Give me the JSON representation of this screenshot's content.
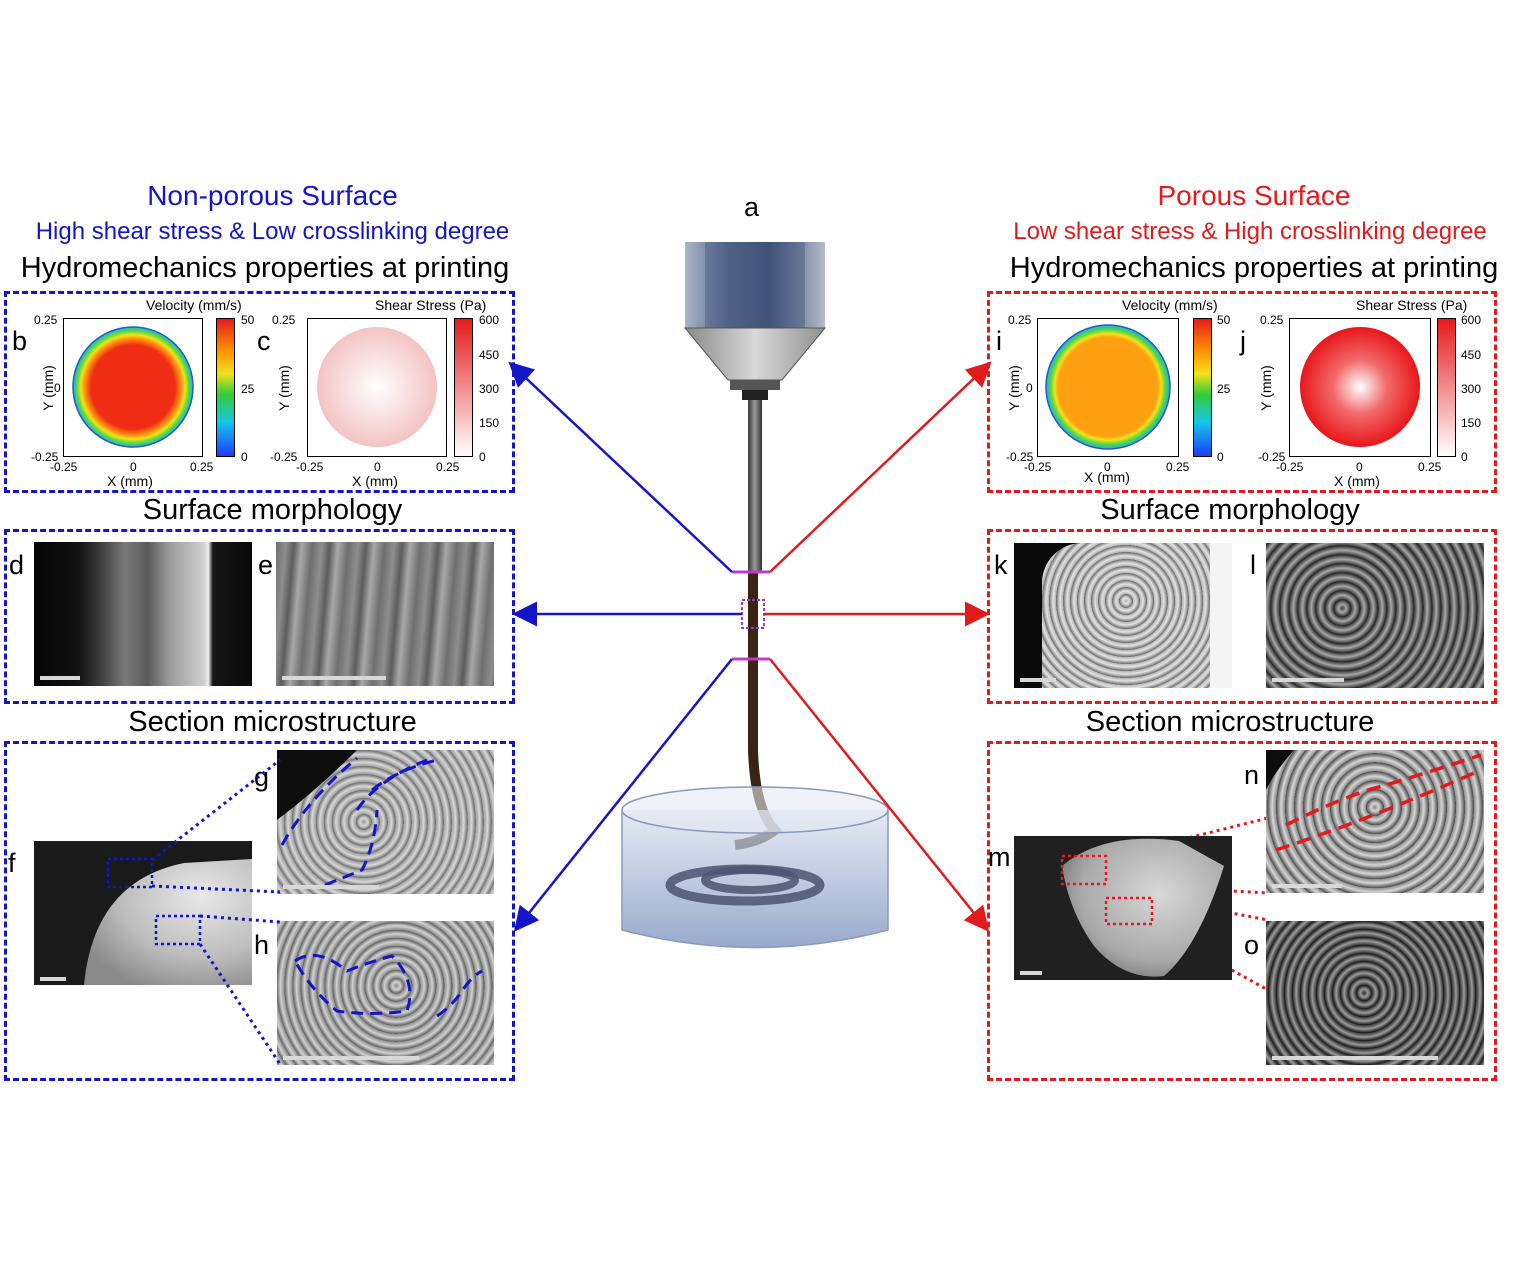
{
  "center": {
    "label": "a"
  },
  "left": {
    "title": "Non-porous Surface",
    "subtitle": "High shear stress & Low crosslinking degree",
    "color": "#1515c8",
    "hydro_heading": "Hydromechanics properties at printing",
    "surface_heading": "Surface morphology",
    "section_heading": "Section microstructure",
    "panels": {
      "b": "b",
      "c": "c",
      "d": "d",
      "e": "e",
      "f": "f",
      "g": "g",
      "h": "h"
    },
    "velocity_map": {
      "colorbar_title": "Velocity (mm/s)",
      "colorbar_ticks": [
        "50",
        "25",
        "0"
      ],
      "core_color": "#ee2d14"
    },
    "shear_map": {
      "colorbar_title": "Shear Stress (Pa)",
      "colorbar_ticks": [
        "600",
        "450",
        "300",
        "150",
        "0"
      ],
      "core_color": "#f7d3d3"
    }
  },
  "right": {
    "title": "Porous Surface",
    "subtitle": "Low shear stress & High crosslinking degree",
    "color": "#e31a1c",
    "hydro_heading": "Hydromechanics properties at printing",
    "surface_heading": "Surface morphology",
    "section_heading": "Section microstructure",
    "panels": {
      "i": "i",
      "j": "j",
      "k": "k",
      "l": "l",
      "m": "m",
      "n": "n",
      "o": "o"
    },
    "velocity_map": {
      "colorbar_title": "Velocity (mm/s)",
      "colorbar_ticks": [
        "50",
        "25",
        "0"
      ],
      "core_color": "#ff9f12"
    },
    "shear_map": {
      "colorbar_title": "Shear Stress (Pa)",
      "colorbar_ticks": [
        "600",
        "450",
        "300",
        "150",
        "0"
      ],
      "core_color": "#e8161a"
    }
  },
  "axes": {
    "x_label": "X (mm)",
    "y_label": "Y (mm)",
    "x_ticks": [
      "-0.25",
      "0",
      "0.25"
    ],
    "y_ticks": [
      "0.25",
      "0",
      "-0.25"
    ]
  }
}
